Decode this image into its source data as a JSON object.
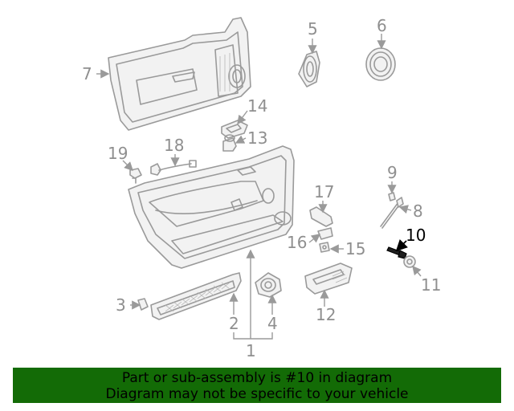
{
  "callouts": {
    "c1": "1",
    "c2": "2",
    "c3": "3",
    "c4": "4",
    "c5": "5",
    "c6": "6",
    "c7": "7",
    "c8": "8",
    "c9": "9",
    "c10": "10",
    "c11": "11",
    "c12": "12",
    "c13": "13",
    "c14": "14",
    "c15": "15",
    "c16": "16",
    "c17": "17",
    "c18": "18",
    "c19": "19"
  },
  "banner": {
    "line1": "Part or sub-assembly is #10 in diagram",
    "line2": "Diagram may not be specific to your vehicle",
    "background": "#136b06"
  },
  "highlighted_part": "10",
  "colors": {
    "linework": "#9a9a9a",
    "highlight": "#000000"
  }
}
